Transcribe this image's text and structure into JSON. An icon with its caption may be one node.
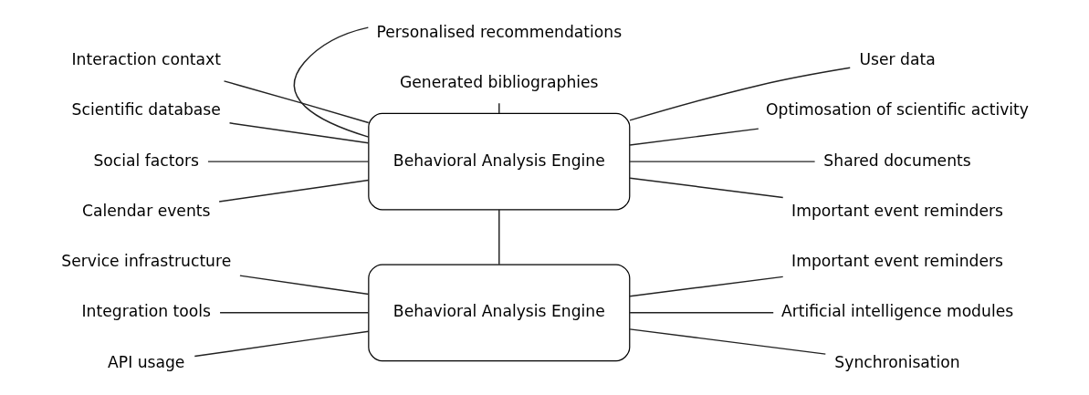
{
  "diagram": {
    "nodes": [
      {
        "text": [
          "Personalised recommendations"
        ]
      },
      {
        "text": [
          "Generated bibliographies"
        ]
      },
      {
        "text": [
          "Interaction contaxt"
        ]
      },
      {
        "text": [
          "User data"
        ]
      },
      {
        "text": [
          "Scientific database"
        ]
      },
      {
        "text": [
          "Optimosation of scientific activity"
        ]
      },
      {
        "text": [
          "Social factors"
        ]
      },
      {
        "text": [
          "Behavioral Analysis Engine"
        ]
      },
      {
        "text": [
          "Shared documents"
        ]
      },
      {
        "text": [
          "Calendar events"
        ]
      },
      {
        "text": [
          "Important event reminders"
        ]
      },
      {
        "text": [
          "Service infrastructure"
        ]
      },
      {
        "text": [
          "Important event reminders"
        ]
      },
      {
        "text": [
          "Integration tools"
        ]
      },
      {
        "text": [
          "Behavioral Analysis Engine"
        ]
      },
      {
        "text": [
          "Artificial intelligence modules"
        ]
      },
      {
        "text": [
          "API usage"
        ]
      },
      {
        "text": [
          "Synchronisation"
        ]
      }
    ],
    "edges": [
      {
        "from": 0,
        "to": 7,
        "arrow": "none"
      },
      {
        "from": 1,
        "to": 7,
        "arrow": "none"
      },
      {
        "from": 2,
        "to": 7,
        "arrow": "none"
      },
      {
        "from": 7,
        "to": 3,
        "arrow": "none"
      },
      {
        "from": 4,
        "to": 7,
        "arrow": "none"
      },
      {
        "from": 7,
        "to": 5,
        "arrow": "none"
      },
      {
        "from": 6,
        "to": 7,
        "arrow": "none"
      },
      {
        "from": 7,
        "to": 8,
        "arrow": "none"
      },
      {
        "from": 9,
        "to": 7,
        "arrow": "none"
      },
      {
        "from": 7,
        "to": 10,
        "arrow": "none"
      },
      {
        "from": 7,
        "to": 14,
        "arrow": "none"
      },
      {
        "from": 11,
        "to": 14,
        "arrow": "none"
      },
      {
        "from": 14,
        "to": 12,
        "arrow": "none"
      },
      {
        "from": 13,
        "to": 14,
        "arrow": "none"
      },
      {
        "from": 14,
        "to": 15,
        "arrow": "none"
      },
      {
        "from": 16,
        "to": 14,
        "arrow": "none"
      },
      {
        "from": 14,
        "to": 17,
        "arrow": "none"
      }
    ]
  }
}
